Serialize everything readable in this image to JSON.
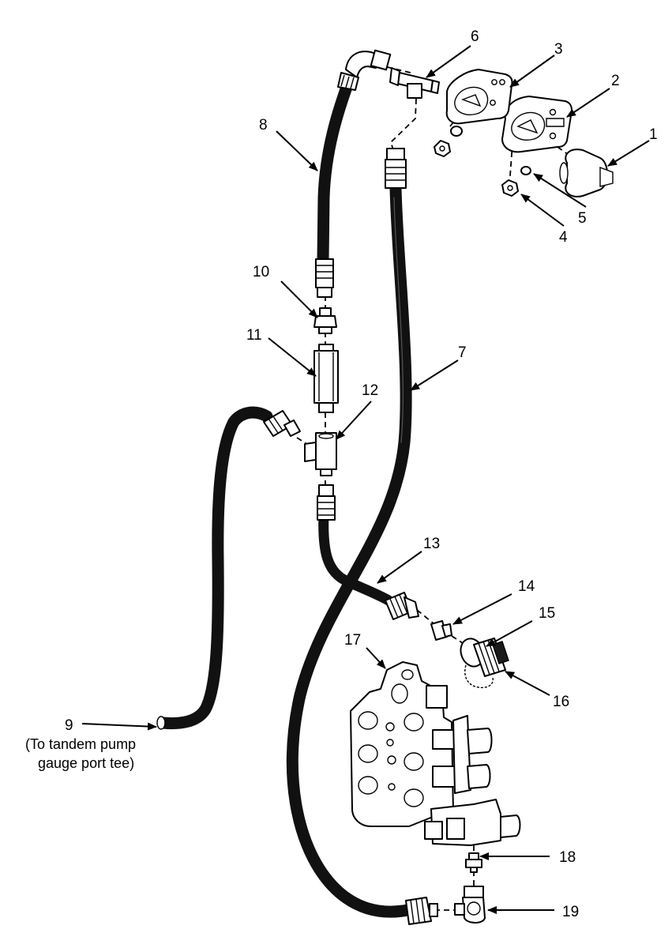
{
  "callouts": [
    {
      "id": "c1",
      "text": "1"
    },
    {
      "id": "c2",
      "text": "2"
    },
    {
      "id": "c3",
      "text": "3"
    },
    {
      "id": "c4",
      "text": "4"
    },
    {
      "id": "c5",
      "text": "5"
    },
    {
      "id": "c6",
      "text": "6"
    },
    {
      "id": "c7",
      "text": "7"
    },
    {
      "id": "c8",
      "text": "8"
    },
    {
      "id": "c9",
      "text": "9"
    },
    {
      "id": "c10",
      "text": "10"
    },
    {
      "id": "c11",
      "text": "11"
    },
    {
      "id": "c12",
      "text": "12"
    },
    {
      "id": "c13",
      "text": "13"
    },
    {
      "id": "c14",
      "text": "14"
    },
    {
      "id": "c15",
      "text": "15"
    },
    {
      "id": "c16",
      "text": "16"
    },
    {
      "id": "c17",
      "text": "17"
    },
    {
      "id": "c18",
      "text": "18"
    },
    {
      "id": "c19",
      "text": "19"
    }
  ],
  "note_9": {
    "line1": "(To tandem pump",
    "line2": "gauge port tee)"
  },
  "colors": {
    "ink": "#000000",
    "hose": "#111111",
    "background": "#ffffff"
  }
}
